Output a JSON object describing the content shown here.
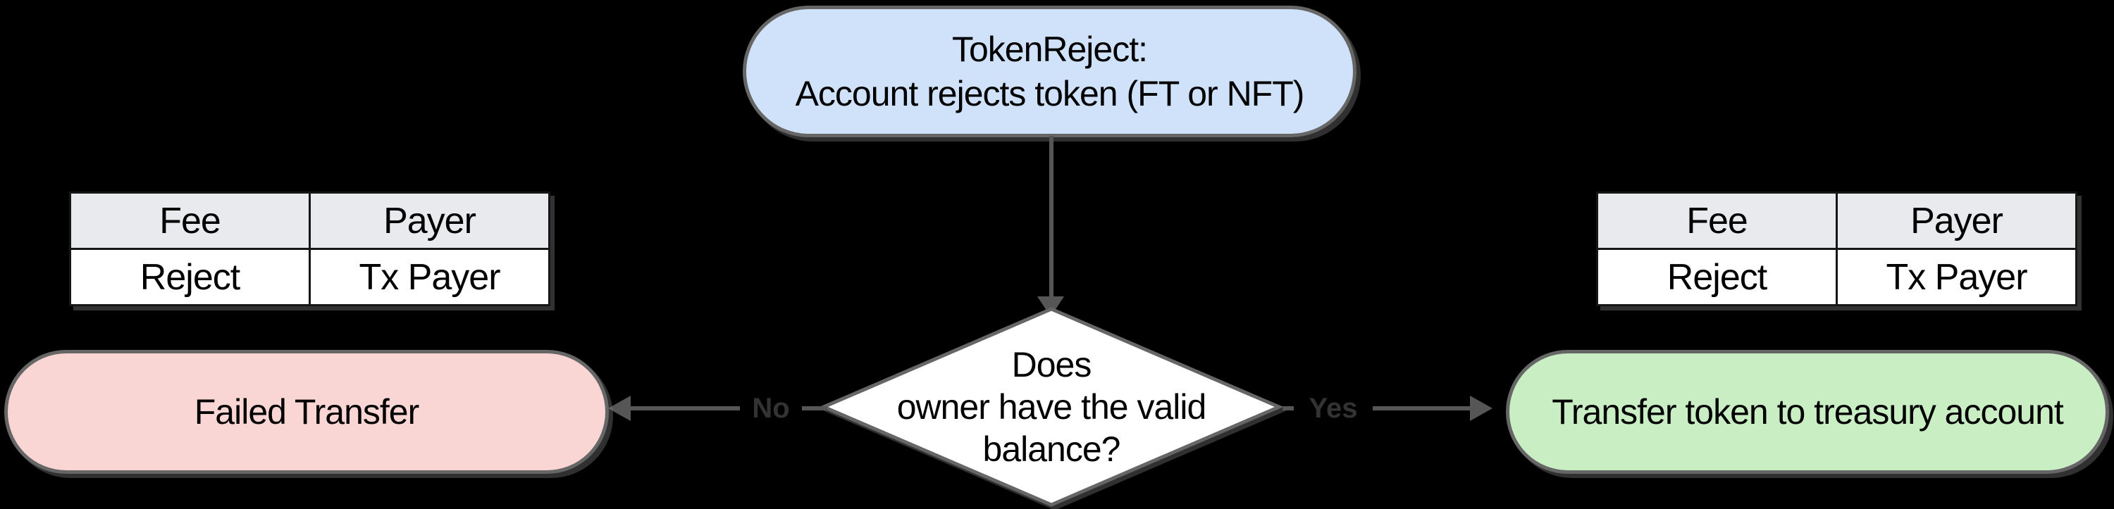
{
  "diagram": {
    "background": "#000000",
    "nodes": {
      "start": {
        "text": "TokenReject:\nAccount rejects token (FT or NFT)",
        "fill": "#cfe2f9"
      },
      "decision": {
        "text": "Does\nowner have the valid\nbalance?",
        "fill": "#ffffff"
      },
      "failed": {
        "text": "Failed Transfer",
        "fill": "#f9d5d3"
      },
      "treasury": {
        "text": "Transfer token to treasury account",
        "fill": "#c9eec4"
      }
    },
    "edges": {
      "no": {
        "label": "No"
      },
      "yes": {
        "label": "Yes"
      }
    },
    "colors": {
      "node_border": "#666666",
      "connector": "#565656",
      "edge_label_text": "#333333",
      "table_header_bg": "#e8eaed",
      "table_body_bg": "#ffffff",
      "table_border": "#161616"
    },
    "tables": {
      "left": {
        "headers": [
          "Fee",
          "Payer"
        ],
        "rows": [
          [
            "Reject",
            "Tx Payer"
          ]
        ]
      },
      "right": {
        "headers": [
          "Fee",
          "Payer"
        ],
        "rows": [
          [
            "Reject",
            "Tx Payer"
          ]
        ]
      }
    }
  }
}
